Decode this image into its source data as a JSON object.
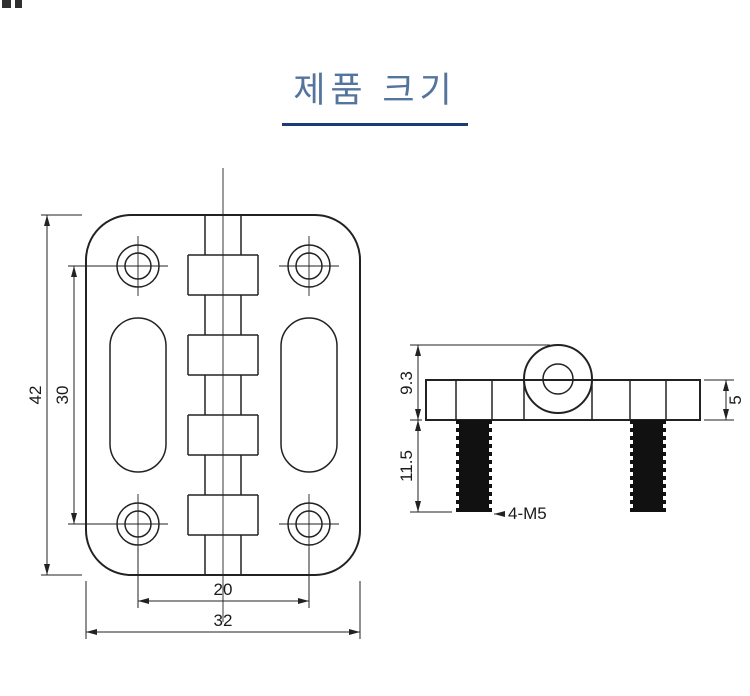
{
  "title": {
    "text": "제품 크기"
  },
  "front_view": {
    "dim_height": "42",
    "dim_hole_span_v": "30",
    "dim_hole_span_h": "20",
    "dim_width": "32"
  },
  "side_view": {
    "dim_knuckle_height": "9.3",
    "dim_stud_length": "11.5",
    "dim_plate_thickness": "5",
    "thread_label": "4-M5"
  },
  "colors": {
    "title_text": "#54749e",
    "title_underline": "#1c3c78",
    "drawing_lines": "#222222",
    "stud_fill": "#111111"
  }
}
